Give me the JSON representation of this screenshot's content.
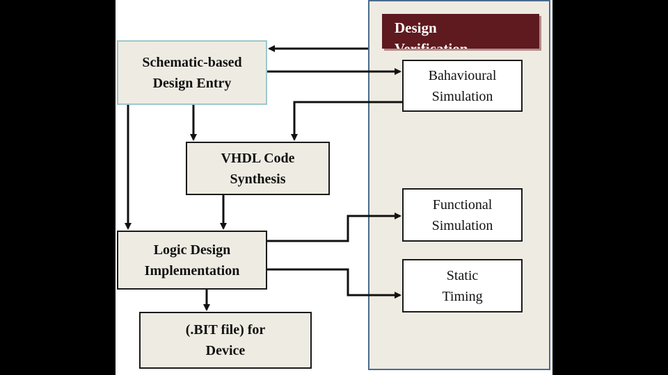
{
  "panel": {
    "banner_line1": "Design",
    "banner_line2": "Verification"
  },
  "nodes": {
    "schematic_entry": [
      "Schematic-based",
      "Design Entry"
    ],
    "vhdl_synthesis": [
      "VHDL Code",
      "Synthesis"
    ],
    "logic_implementation": [
      "Logic Design",
      "Implementation"
    ],
    "bit_file": [
      "(.BIT file) for",
      "Device"
    ],
    "behavioural_sim": [
      "Bahavioural",
      "Simulation"
    ],
    "functional_sim": [
      "Functional",
      "Simulation"
    ],
    "static_timing": [
      "Static",
      "Timing"
    ]
  },
  "colors": {
    "panel_bg": "#eeece2",
    "panel_border": "#4a6a8e",
    "banner_bg": "#5e1a1e",
    "entry_border": "#9cc8cc"
  }
}
